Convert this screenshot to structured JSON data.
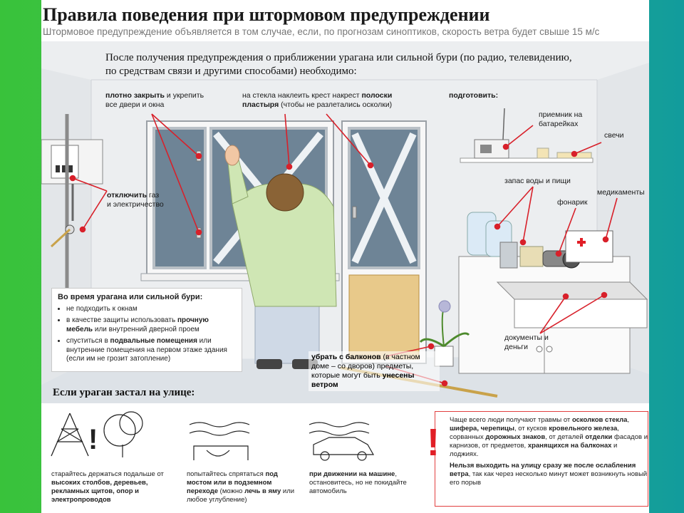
{
  "header": {
    "title": "Правила поведения при штормовом предупреждении",
    "subtitle": "Штормовое предупреждение объявляется в том случае, если, по прогнозам синоптиков, скорость ветра будет свыше 15 м/с"
  },
  "intro": "После получения предупреждения о приближении урагана или сильной бури (по радио, телевидению, по средствам связи и другими способами) необходимо:",
  "labels": {
    "close_doors_bold": "плотно закрыть",
    "close_doors_rest": " и укрепить все двери и окна",
    "tape_1": "на стекла наклеить крест накрест ",
    "tape_bold": "полоски пластыря",
    "tape_2": " (чтобы не разлетались осколки)",
    "prepare": "подготовить:",
    "radio": "приемник на батарейках",
    "candles": "свечи",
    "water_food": "запас воды и пищи",
    "flashlight": "фонарик",
    "medicines": "медикаменты",
    "documents": "документы и деньги",
    "gas_bold": "отключить",
    "gas_rest": " газ и электричество"
  },
  "storm_box": {
    "heading": "Во время урагана или сильной бури:",
    "item1": "не подходить к окнам",
    "item2_a": "в качестве защиты использовать ",
    "item2_b": "прочную мебель",
    "item2_c": " или внутренний дверной проем",
    "item3_a": "спуститься в ",
    "item3_b": "подвальные помещения",
    "item3_c": " или внутренние помещения на первом этаже здания (если им не грозит затопление)"
  },
  "balcony": {
    "bold1": "убрать с балконов",
    "rest": " (в частном доме – со дворов) предметы, которые могут быть ",
    "bold2": "унесены ветром"
  },
  "street": {
    "title": "Если ураган застал на улице:",
    "tip1_a": "старайтесь держаться подальше от ",
    "tip1_b": "высоких столбов, деревьев, рекламных щитов, опор и электропроводов",
    "tip2_a": "попытайтесь спрятаться ",
    "tip2_b": "под мостом или в подземном переходе",
    "tip2_c": " (можно ",
    "tip2_d": "лечь в яму",
    "tip2_e": " или любое углубление)",
    "tip3_a": "при движении на машине",
    "tip3_b": ", остановитесь, но не покидайте автомобиль"
  },
  "warning": {
    "p1_a": "Чаще всего люди получают травмы от ",
    "p1_b": "осколков стекла",
    "p1_c": ", ",
    "p1_d": "шифера, черепицы",
    "p1_e": ", от кусков ",
    "p1_f": "кровельного железа",
    "p1_g": ", сорванных ",
    "p1_h": "дорожных знаков",
    "p1_i": ", от деталей ",
    "p1_j": "отделки",
    "p1_k": " фасадов и карнизов, от предметов, ",
    "p1_l": "хранящихся на балконах",
    "p1_m": " и лоджиях.",
    "p2_a": "Нельзя выходить на улицу сразу же после ослабления ветра",
    "p2_b": ", так как через несколько минут может возникнуть новый его порыв",
    "excl": "!"
  },
  "colors": {
    "accent_red": "#e11e26",
    "pointer": "#d8202a",
    "wall": "#eceef0",
    "window_glass": "#6e8496"
  }
}
